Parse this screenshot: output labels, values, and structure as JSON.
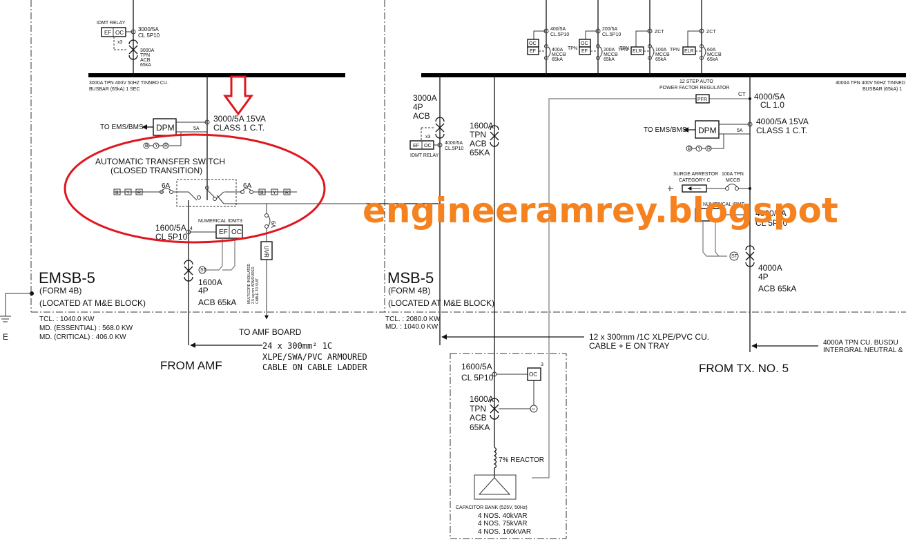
{
  "emsb": {
    "incomer_relay": {
      "title": "IDMT RELAY",
      "ef": "EF",
      "oc": "OC",
      "mult": "x3",
      "ct_1": "3000/5A",
      "ct_2": "CL.5P10"
    },
    "incomer_acb": [
      "3000A",
      "TPN",
      "ACB",
      "65kA"
    ],
    "busbar": [
      "3000A TPN 400V 50HZ TINNED CU.",
      "BUSBAR (65kA) 1 SEC"
    ],
    "metering": {
      "dest": "TO EMS/BMS",
      "dpm": "DPM",
      "fuse": "5A",
      "ct_1": "3000/5A 15VA",
      "ct_2": "CLASS 1 C.T.",
      "lamps": [
        "B",
        "Y",
        "R"
      ]
    },
    "ats": {
      "title_1": "AUTOMATIC TRANSFER SWITCH",
      "title_2": "(CLOSED TRANSITION)",
      "fuse_left": "6A",
      "fuse_right": "6A",
      "lamps_left": [
        "B",
        "Y",
        "R"
      ],
      "lamps_right": [
        "B",
        "Y",
        "R"
      ]
    },
    "protection": {
      "title": "NUMERICAL IDMT",
      "ef": "EF",
      "oc": "OC",
      "count": "3",
      "ct_1": "1600/5A",
      "ct_2": "CL 5P10",
      "ct_num": "4",
      "st": "ST"
    },
    "uvr": {
      "fuse": "6A",
      "label": "UVR",
      "cable": [
        "MULTICORE INSULATED",
        "2.5 sq mm ARMOURED",
        "CABLE TO SUIT"
      ],
      "dest": "TO AMF BOARD"
    },
    "acb": [
      "1600A",
      "4P",
      "ACB 65kA"
    ],
    "name": "EMSB-5",
    "form": "(FORM 4B)",
    "location": "(LOCATED AT M&E BLOCK)",
    "loads": [
      "TCL. : 1040.0 KW",
      "MD. (ESSENTIAL) : 568.0 KW",
      "MD. (CRITICAL) : 406.0 KW"
    ],
    "earth": "E",
    "feed": "FROM AMF",
    "cable": [
      "24 x 300mm² 1C",
      "XLPE/SWA/PVC ARMOURED",
      "CABLE ON CABLE LADDER"
    ]
  },
  "msb": {
    "outgoing": [
      {
        "ct_1": "400/5A",
        "ct_2": "CL.5P10",
        "relay": [
          "OC",
          "EF"
        ],
        "rating": "400A",
        "type": "TPN",
        "breaker": [
          "MCCB",
          "65kA"
        ]
      },
      {
        "ct_1": "200/5A",
        "ct_2": "CL.5P10",
        "relay": [
          "OC",
          "EF"
        ],
        "rating": "200A",
        "type": "TPN",
        "breaker": [
          "MCCB",
          "65kA"
        ]
      },
      {
        "ct_1": "ZCT",
        "ct_2": "",
        "relay": [
          "ELR"
        ],
        "rating": "100A",
        "type": "TPN",
        "breaker": [
          "MCCB",
          "65kA"
        ]
      },
      {
        "ct_1": "ZCT",
        "ct_2": "",
        "relay": [
          "ELR"
        ],
        "rating": "60A",
        "type": "TPN",
        "breaker": [
          "MCCB",
          "65kA"
        ]
      }
    ],
    "busbar": [
      "4000A TPN 400V 50HZ TINNED",
      "BUSBAR (65kA) 1"
    ],
    "pfr": {
      "title_1": "12 STEP AUTO",
      "title_2": "POWER FACTOR REGULATOR",
      "label": "PFR",
      "ct": "CT",
      "ct_1": "4000/5A",
      "ct_2": "CL 1.0"
    },
    "metering": {
      "dest": "TO EMS/BMS",
      "dpm": "DPM",
      "fuse": "5A",
      "ct_1": "4000/5A 15VA",
      "ct_2": "CLASS 1 C.T.",
      "lamps": [
        "B",
        "Y",
        "R"
      ]
    },
    "surge": {
      "title_1": "SURGE ARRESTOR",
      "title_2": "CATEGORY C",
      "mccb_1": "100A TPN",
      "mccb_2": "MCCB"
    },
    "protection": {
      "title": "NUMERICAL IDMT",
      "ct_1": "4000/5A",
      "ct_2": "CL 5P10",
      "st": "ST"
    },
    "incomer_acb": [
      "4000A",
      "4P",
      "ACB 65kA"
    ],
    "tie": {
      "acb": [
        "3000A",
        "4P",
        "ACB"
      ],
      "relay_ef": "EF",
      "relay_oc": "OC",
      "mult": "x3",
      "relay_title": "IDMT RELAY",
      "ct_1": "4000/5A",
      "ct_2": "CL.5P10"
    },
    "cap_feeder_acb": [
      "1600A",
      "TPN",
      "ACB",
      "65KA"
    ],
    "name": "MSB-5",
    "form": "(FORM 4B)",
    "location": "(LOCATED AT M&E BLOCK)",
    "loads": [
      "TCL. : 2080.0 KW",
      "MD. : 1040.0 KW"
    ],
    "cable": [
      "12 x 300mm /1C XLPE/PVC CU.",
      "CABLE + E ON TRAY"
    ],
    "feed": "FROM TX. NO. 5",
    "busduct": [
      "4000A TPN CU. BUSDU",
      "INTERGRAL NEUTRAL &"
    ]
  },
  "capbank": {
    "ct_1": "1600/5A",
    "ct_2": "CL 5P10",
    "oc": "OC",
    "count": "3",
    "st": "ST",
    "acb": [
      "1600A",
      "TPN",
      "ACB",
      "65KA"
    ],
    "reactor": "7% REACTOR",
    "title": "CAPACITOR BANK (525V, 50Hz)",
    "steps": [
      "4 NOS. 40kVAR",
      "4 NOS. 75kVAR",
      "4 NOS. 160kVAR"
    ]
  },
  "annotations": {
    "highlight_color": "#e0161e",
    "watermark": "engineeramrey.blogspot",
    "watermark_color": "#f5821f"
  }
}
